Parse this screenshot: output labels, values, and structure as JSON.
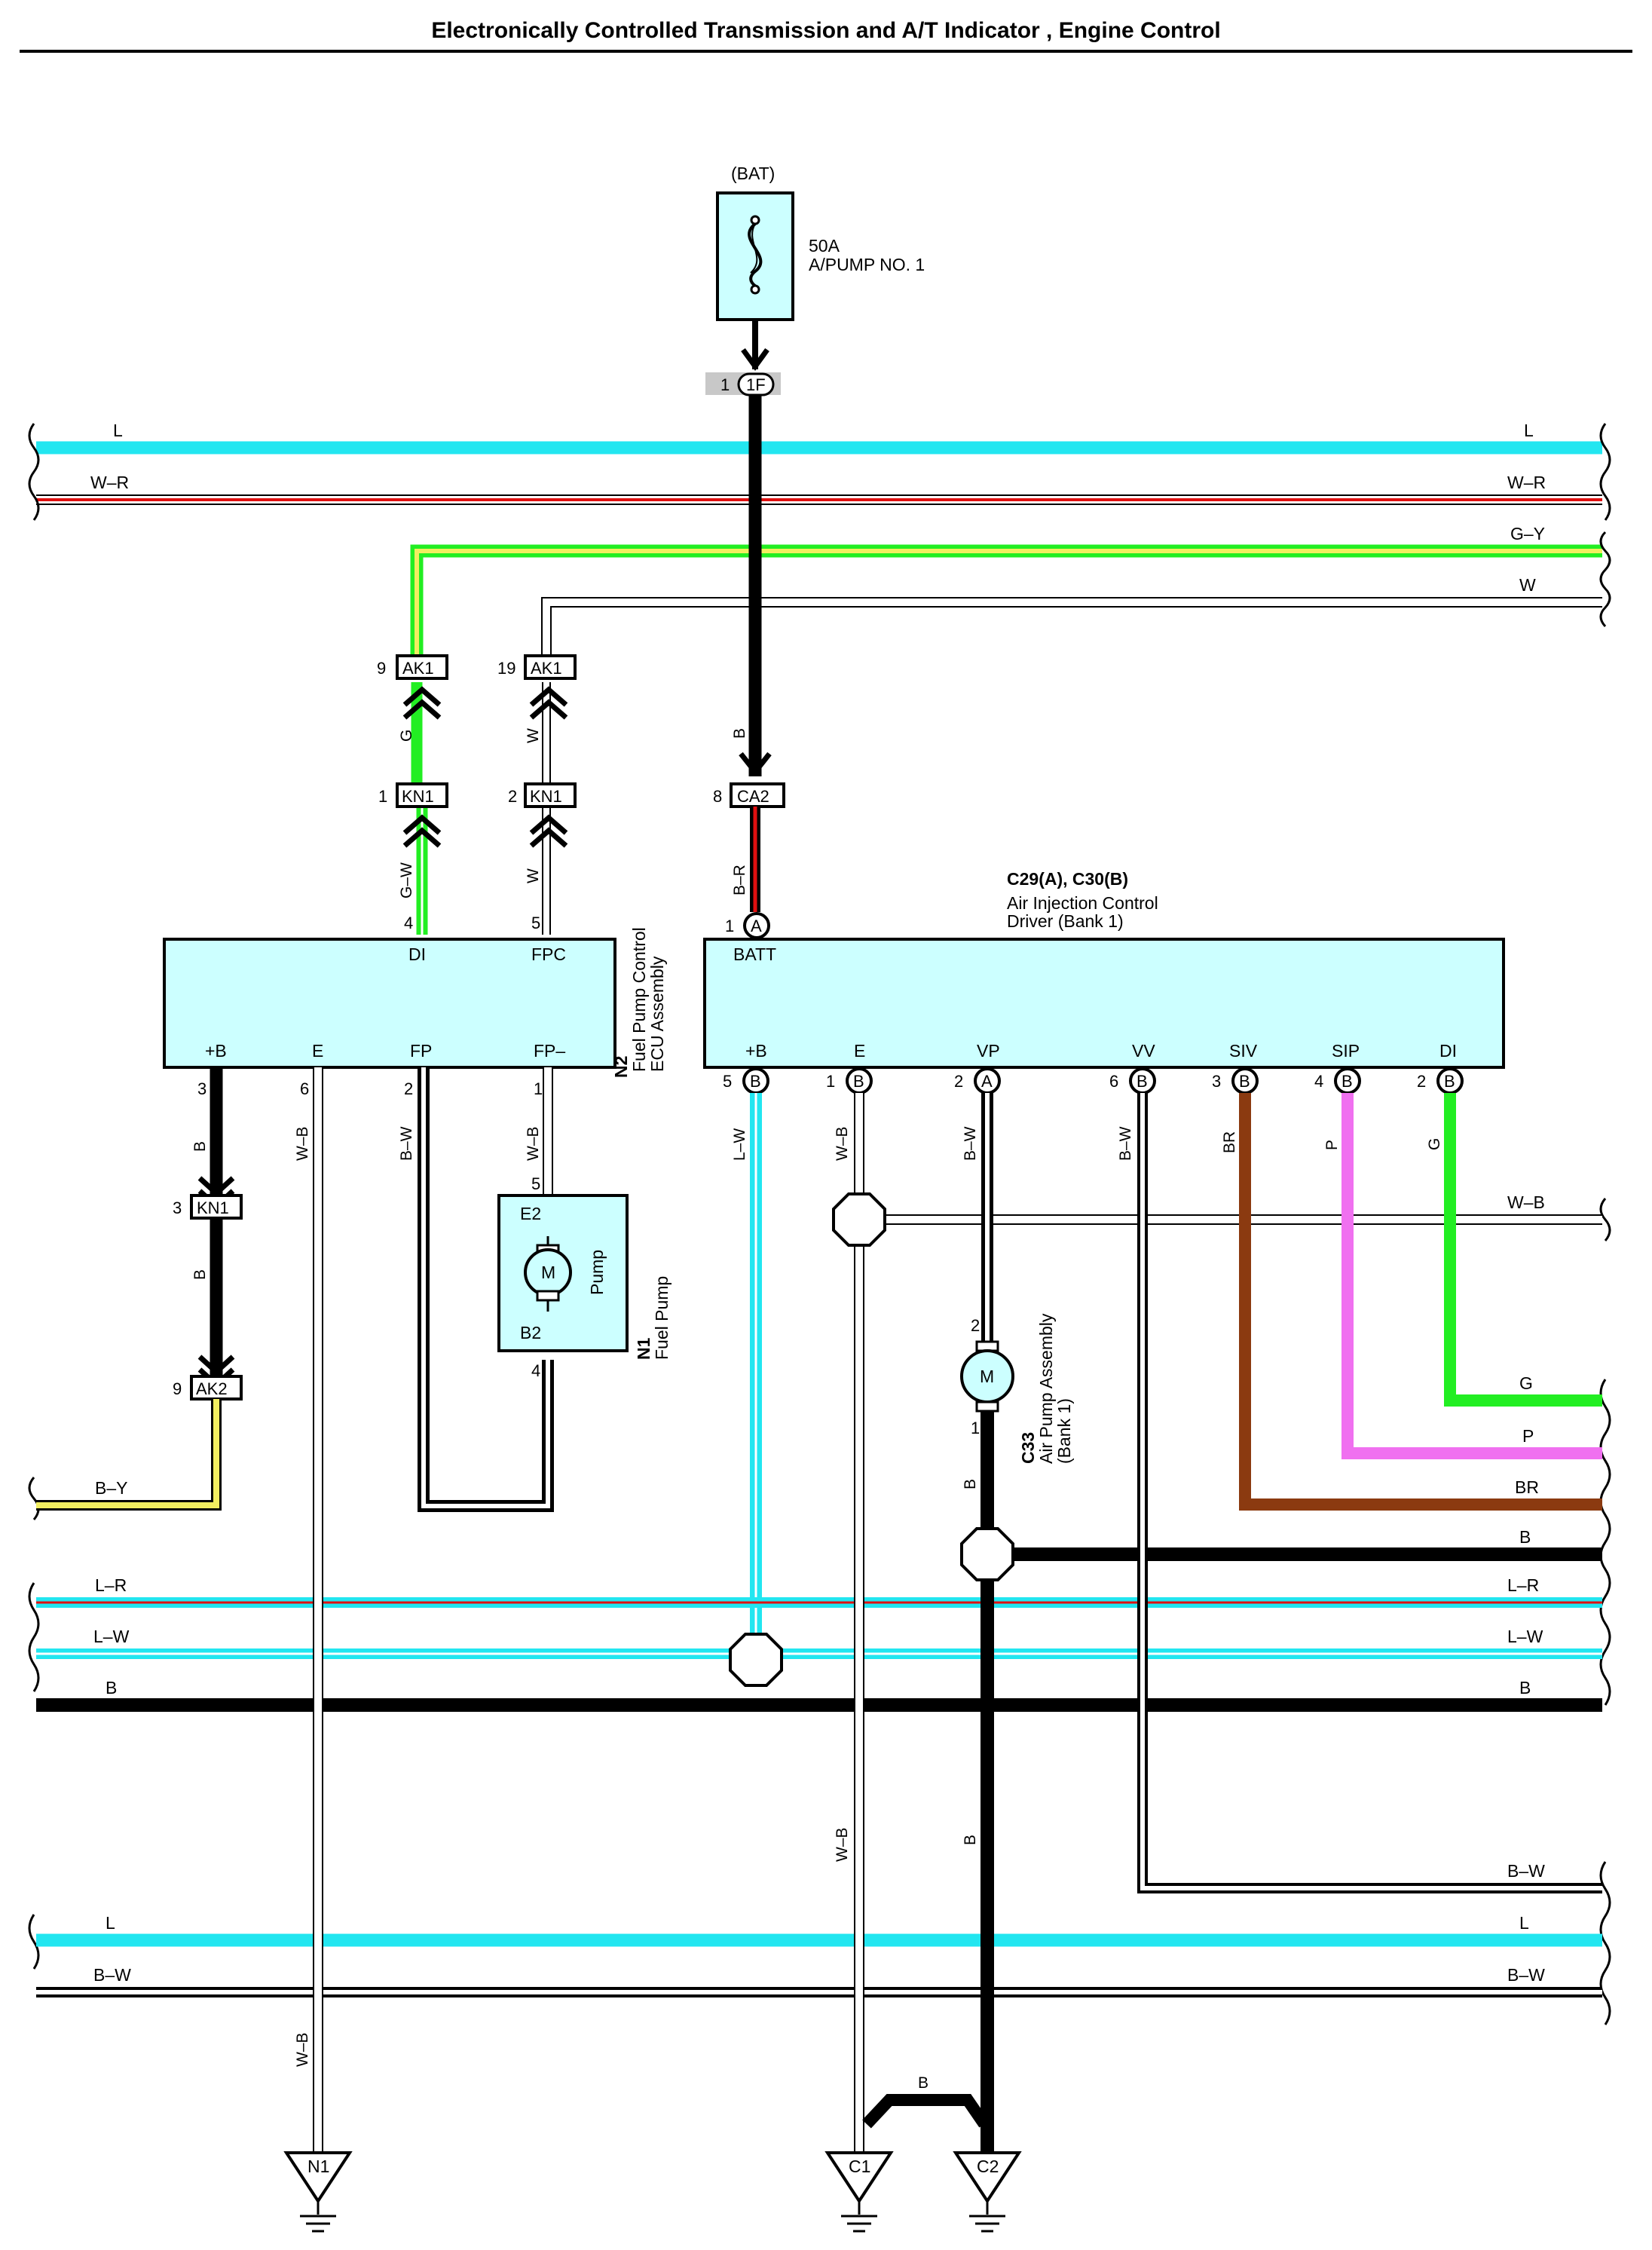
{
  "title": "Electronically Controlled Transmission and A/T Indicator , Engine Control",
  "colors": {
    "L": "#22e6f0",
    "R": "#e01010",
    "G": "#22ee22",
    "Y": "#f2ee60",
    "B": "#000000",
    "BR": "#8b3a10",
    "P": "#f070f0",
    "component_fill": "#ccffff"
  },
  "fuse": {
    "source": "(BAT)",
    "rating": "50A",
    "name": "A/PUMP NO. 1",
    "connector_pin": "1",
    "connector": "1F"
  },
  "top_wires": {
    "left_L": "L",
    "right_L": "L",
    "left_WR": "W–R",
    "right_WR": "W–R",
    "right_GY": "G–Y",
    "right_W": "W"
  },
  "connectors": {
    "ak1_a_pin": "9",
    "ak1_a_name": "AK1",
    "ak1_b_pin": "19",
    "ak1_b_name": "AK1",
    "kn1_a_pin": "1",
    "kn1_a_name": "KN1",
    "kn1_b_pin": "2",
    "kn1_b_name": "KN1",
    "kn1_c_pin": "3",
    "kn1_c_name": "KN1",
    "ak2_pin": "9",
    "ak2_name": "AK2",
    "ca2_pin": "8",
    "ca2_name": "CA2"
  },
  "n2": {
    "code": "N2",
    "name_line1": "Fuel Pump Control",
    "name_line2": "ECU Assembly",
    "terminals": {
      "DI": "DI",
      "FPC": "FPC",
      "PB": "+B",
      "E": "E",
      "FP": "FP",
      "FPM": "FP–"
    },
    "pins": {
      "DI": "4",
      "FPC": "5",
      "PB": "3",
      "E": "6",
      "FP": "2",
      "FPM": "1"
    }
  },
  "n1": {
    "code": "N1",
    "name": "Fuel Pump",
    "term_top": "E2",
    "term_bottom": "B2",
    "motor": "M",
    "label": "Pump",
    "pin_top": "5",
    "pin_bottom": "4"
  },
  "c29": {
    "header": "C29(A), C30(B)",
    "name_line1": "Air Injection Control",
    "name_line2": "Driver (Bank 1)",
    "batt_term": "BATT",
    "batt_pin": "1",
    "batt_conn": "A",
    "terminals": [
      "+B",
      "E",
      "VP",
      "VV",
      "SIV",
      "SIP",
      "DI"
    ],
    "pins": [
      "5",
      "1",
      "2",
      "6",
      "3",
      "4",
      "2"
    ],
    "conns": [
      "B",
      "B",
      "A",
      "B",
      "B",
      "B",
      "B"
    ]
  },
  "c33": {
    "code": "C33",
    "name_line1": "Air Pump Assembly",
    "name_line2": "(Bank 1)",
    "motor": "M",
    "pin_top": "2",
    "pin_bottom": "1"
  },
  "wire_labels": {
    "g_ak1": "G",
    "w_ak1": "W",
    "b_ca2": "B",
    "gw_kn1": "G–W",
    "w_kn1": "W",
    "br_ca2": "B–R",
    "b_kn1_top": "B",
    "b_kn1_bottom": "B",
    "wb_e": "W–B",
    "bw_fp": "B–W",
    "wb_fpm": "W–B",
    "lw_c29": "L–W",
    "wb_c29": "W–B",
    "bw_vp": "B–W",
    "bw_vv": "B–W",
    "br_siv": "BR",
    "p_sip": "P",
    "g_di": "G",
    "by_left": "B–Y",
    "wb_right": "W–B",
    "g_right": "G",
    "p_right": "P",
    "br_right": "BR",
    "b_c33": "B",
    "b_right_junction": "B",
    "lr_left": "L–R",
    "lr_right": "L–R",
    "lw_left": "L–W",
    "lw_right": "L–W",
    "b_left": "B",
    "b_right": "B",
    "wb_lower": "W–B",
    "b_lower": "B",
    "bw_right2": "B–W",
    "l_left2": "L",
    "l_right2": "L",
    "bw_left3": "B–W",
    "bw_right3": "B–W",
    "wb_bottom": "W–B",
    "b_bottom": "B"
  },
  "grounds": [
    "N1",
    "C1",
    "C2"
  ]
}
